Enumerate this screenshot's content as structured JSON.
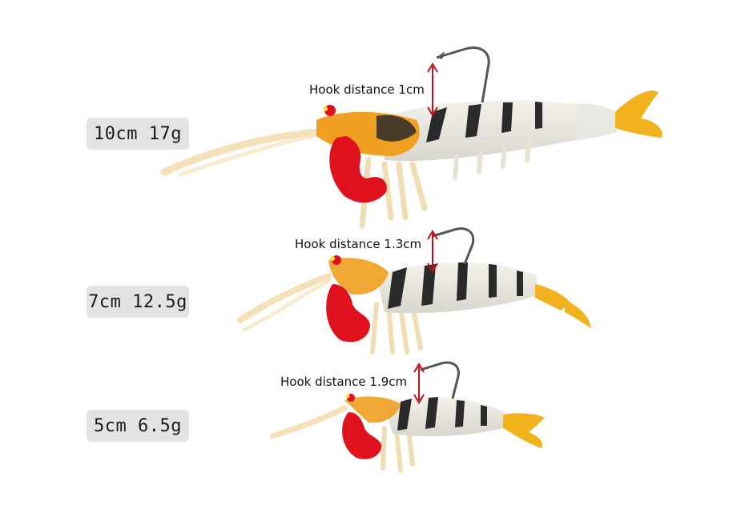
{
  "lures": [
    {
      "size_label": "10cm 17g",
      "hook_label": "Hook distance 1cm"
    },
    {
      "size_label": "7cm 12.5g",
      "hook_label": "Hook distance 1.3cm"
    },
    {
      "size_label": "5cm 6.5g",
      "hook_label": "Hook distance 1.9cm"
    }
  ],
  "colors": {
    "badge_bg": "#e3e3e3",
    "arrow": "#c0101a",
    "claw_red": "#e0101c",
    "body_orange": "#f0a020",
    "tail_yellow": "#f2b21e",
    "stripe_dark": "#2a2a2a",
    "hook_metal": "#555555"
  }
}
